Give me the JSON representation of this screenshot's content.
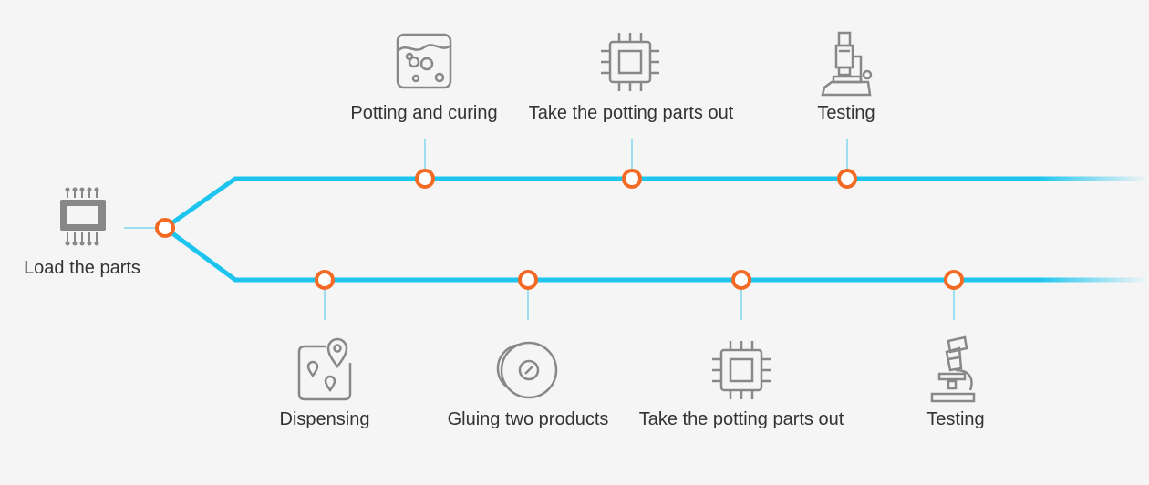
{
  "colors": {
    "background": "#f5f5f5",
    "line": "#1cc4ee",
    "connector": "#3ec6ec",
    "node_stroke": "#f26a24",
    "node_fill": "#ffffff",
    "icon": "#888888",
    "text": "#333333"
  },
  "start": {
    "label": "Load the parts",
    "icon": "chip-icon"
  },
  "top_branch": [
    {
      "label": "Potting and curing",
      "icon": "potting-tray-icon"
    },
    {
      "label": "Take the potting parts out",
      "icon": "processor-icon"
    },
    {
      "label": "Testing",
      "icon": "microscope-icon"
    }
  ],
  "bottom_branch": [
    {
      "label": "Dispensing",
      "icon": "map-pins-icon"
    },
    {
      "label": "Gluing two products",
      "icon": "discs-icon"
    },
    {
      "label": "Take the potting parts out",
      "icon": "processor-icon"
    },
    {
      "label": "Testing",
      "icon": "microscope-icon"
    }
  ]
}
